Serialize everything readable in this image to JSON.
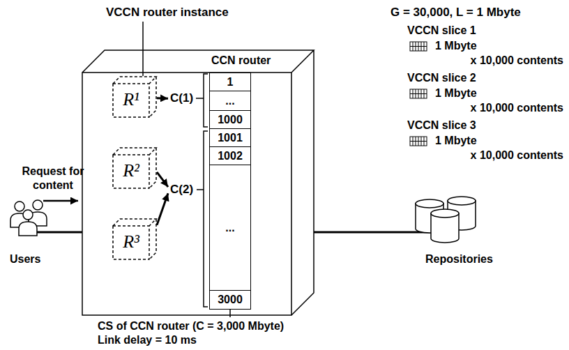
{
  "diagram": {
    "nodes": [
      {
        "text": [
          "CCN router"
        ]
      },
      {
        "text": [
          "R¹"
        ],
        "in": 0
      },
      {
        "text": [
          "R²"
        ],
        "in": 0
      },
      {
        "text": [
          "R³"
        ],
        "in": 0
      },
      {
        "text": [
          "C(1)"
        ],
        "in": 0
      },
      {
        "text": [
          "C(2)"
        ],
        "in": 0
      },
      {
        "text": [
          "1"
        ],
        "in": 0
      },
      {
        "text": [
          "..."
        ],
        "in": 0
      },
      {
        "text": [
          "1000"
        ],
        "in": 0
      },
      {
        "text": [
          "1001"
        ],
        "in": 0
      },
      {
        "text": [
          "1002"
        ],
        "in": 0
      },
      {
        "text": [
          "..."
        ],
        "in": 0
      },
      {
        "text": [
          "3000"
        ],
        "in": 0
      }
    ],
    "edges": [
      {
        "from": 1,
        "to": 4,
        "arrow": "to"
      },
      {
        "from": 2,
        "to": 5,
        "arrow": "to"
      },
      {
        "from": 3,
        "to": 5,
        "arrow": "to"
      }
    ],
    "labels": [
      "VCCN router instance",
      "G = 30,000, L = 1 Mbyte",
      "VCCN slice 1",
      "1 Mbyte",
      "x 10,000 contents",
      "VCCN slice 2",
      "1 Mbyte",
      "x 10,000 contents",
      "VCCN slice 3",
      "1 Mbyte",
      "x 10,000 contents",
      "Request for content",
      "Users",
      "Repositories",
      "CS of CCN router (C = 3,000 Mbyte)",
      "Link delay = 10 ms"
    ]
  }
}
